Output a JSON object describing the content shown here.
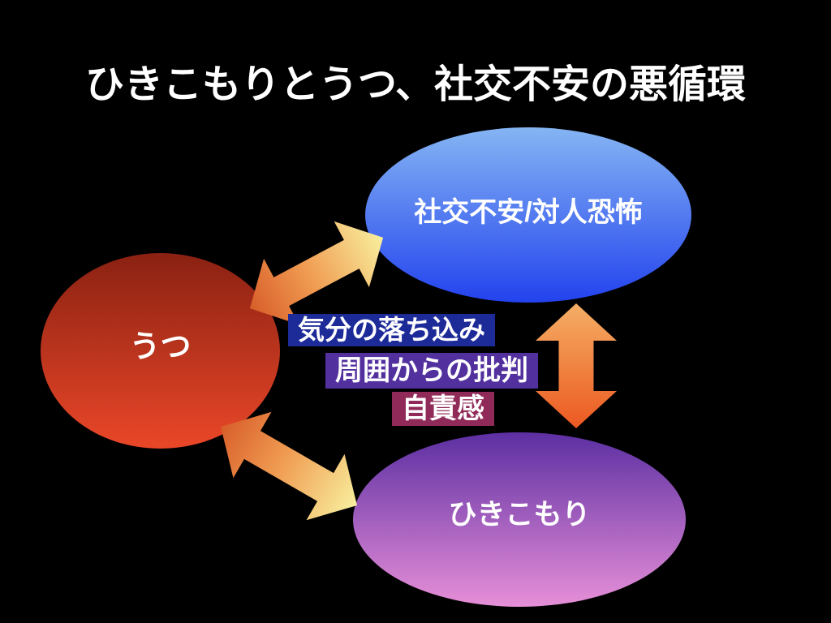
{
  "slide": {
    "title": "ひきこもりとうつ、社交不安の悪循環"
  },
  "nodes": [
    {
      "id": "social-anxiety",
      "label": "社交不安/対人恐怖"
    },
    {
      "id": "depression",
      "label": "うつ"
    },
    {
      "id": "hikikomori",
      "label": "ひきこもり"
    }
  ],
  "cycle_labels": [
    {
      "id": "mood-drop",
      "text": "気分の落ち込み"
    },
    {
      "id": "criticism",
      "text": "周囲からの批判"
    },
    {
      "id": "self-blame",
      "text": "自責感"
    }
  ],
  "arrows": [
    {
      "id": "depression-social",
      "type": "double-headed",
      "from": "うつ",
      "to": "社交不安/対人恐怖"
    },
    {
      "id": "depression-hikikomori",
      "type": "double-headed",
      "from": "うつ",
      "to": "ひきこもり"
    },
    {
      "id": "social-hikikomori",
      "type": "double-headed",
      "from": "社交不安/対人恐怖",
      "to": "ひきこもり"
    }
  ],
  "colors": {
    "background": "#000000",
    "text_white": "#ffffff",
    "node_social_top": "#85b5f3",
    "node_social_bottom": "#2342ee",
    "node_depression_top": "#8a2112",
    "node_depression_bottom": "#ea4728",
    "node_hikikomori_top": "#5c2fa2",
    "node_hikikomori_bottom": "#e78fd8",
    "label_mood_bg": "#1d2b99",
    "label_criticism_bg": "#52309e",
    "label_selfblame_bg": "#902a58",
    "arrow_deep_orange": "#d85e2a",
    "arrow_mid_orange": "#f09c52",
    "arrow_pale_yellow": "#f8ef9e",
    "arrow_vert_top": "#f4ae66",
    "arrow_vert_mid": "#f08442",
    "arrow_vert_bottom": "#ec5922"
  }
}
